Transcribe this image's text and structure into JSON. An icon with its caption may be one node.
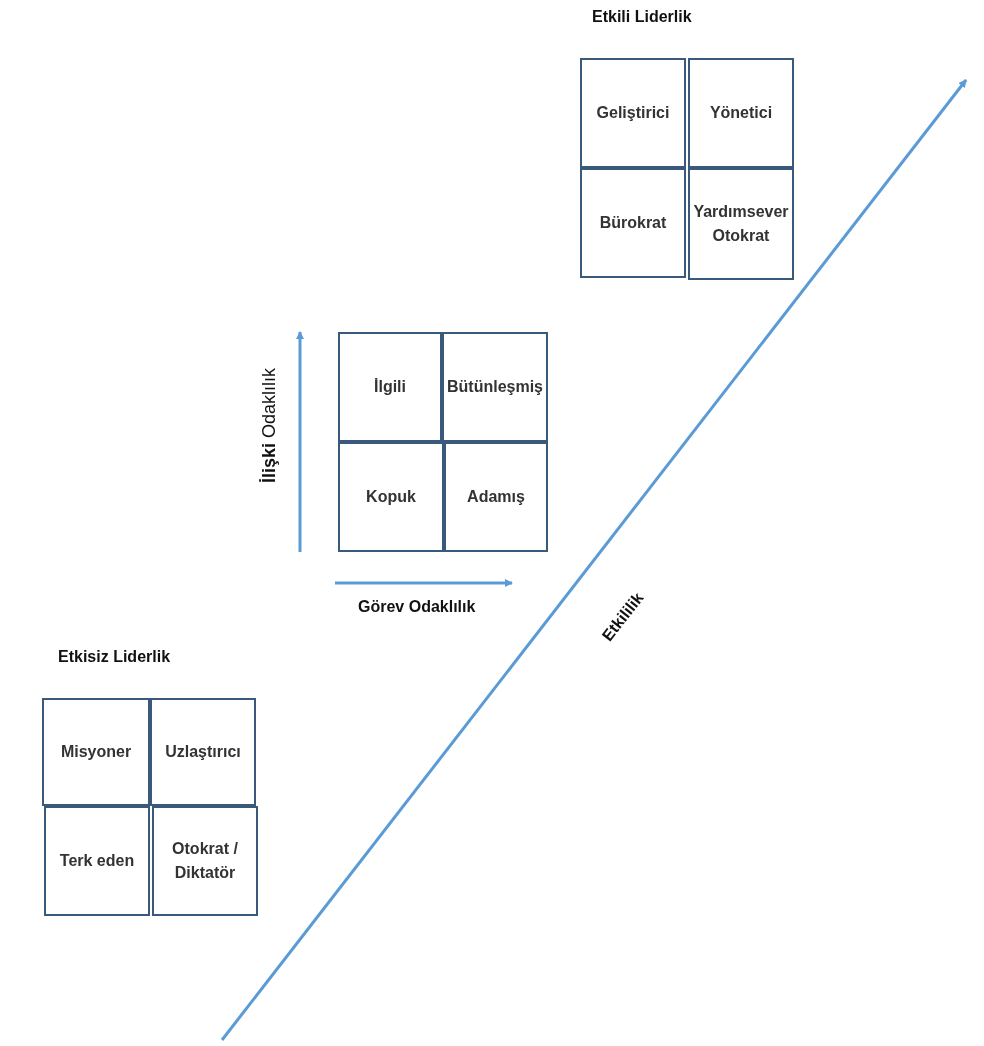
{
  "diagram": {
    "nodes": [
      {
        "text": [
          "Geliştirici"
        ]
      },
      {
        "text": [
          "Yönetici"
        ]
      },
      {
        "text": [
          "Bürokrat"
        ]
      },
      {
        "text": [
          "Yardımsever Otokrat"
        ]
      },
      {
        "text": [
          "İlgili"
        ]
      },
      {
        "text": [
          "Bütünleşmiş"
        ]
      },
      {
        "text": [
          "Kopuk"
        ]
      },
      {
        "text": [
          "Adamış"
        ]
      },
      {
        "text": [
          "Misyoner"
        ]
      },
      {
        "text": [
          "Uzlaştırıcı"
        ]
      },
      {
        "text": [
          "Terk eden"
        ]
      },
      {
        "text": [
          "Otokrat / Diktatör"
        ]
      }
    ],
    "edges": [],
    "labels": [
      "Etkili Liderlik",
      "**İlişki** Odaklılık",
      "Görev Odaklılık",
      "Etkililik",
      "Etkisiz Liderlik"
    ]
  }
}
